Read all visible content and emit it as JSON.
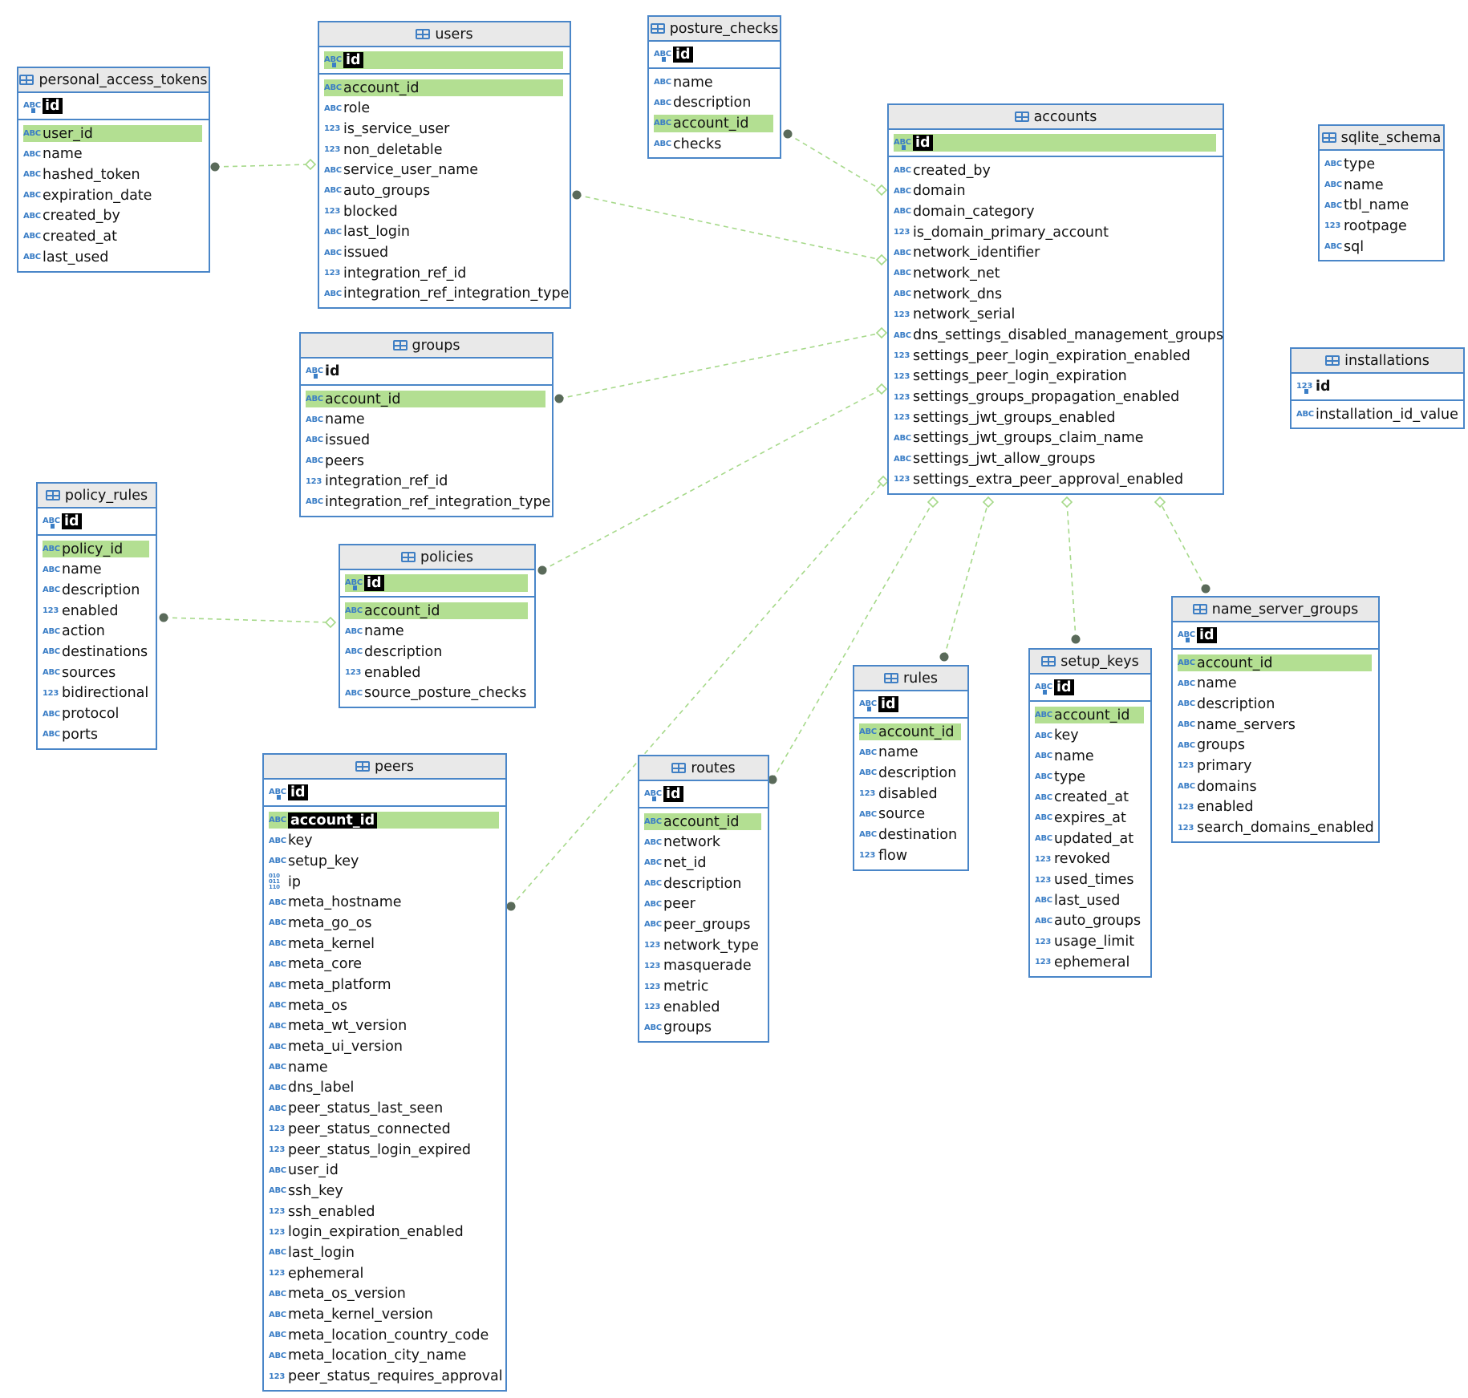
{
  "tables": [
    {
      "id": "personal_access_tokens",
      "title": "personal_access_tokens",
      "pk": [
        {
          "name": "id",
          "type": "ABC",
          "style": "inv"
        }
      ],
      "columns": [
        {
          "name": "user_id",
          "type": "ABC",
          "hl": true
        },
        {
          "name": "name",
          "type": "ABC"
        },
        {
          "name": "hashed_token",
          "type": "ABC"
        },
        {
          "name": "expiration_date",
          "type": "ABC"
        },
        {
          "name": "created_by",
          "type": "ABC"
        },
        {
          "name": "created_at",
          "type": "ABC"
        },
        {
          "name": "last_used",
          "type": "ABC"
        }
      ]
    },
    {
      "id": "users",
      "title": "users",
      "pk": [
        {
          "name": "id",
          "type": "ABC",
          "style": "inv",
          "hl": true
        }
      ],
      "columns": [
        {
          "name": "account_id",
          "type": "ABC",
          "hl": true
        },
        {
          "name": "role",
          "type": "ABC"
        },
        {
          "name": "is_service_user",
          "type": "123"
        },
        {
          "name": "non_deletable",
          "type": "123"
        },
        {
          "name": "service_user_name",
          "type": "ABC"
        },
        {
          "name": "auto_groups",
          "type": "ABC"
        },
        {
          "name": "blocked",
          "type": "123"
        },
        {
          "name": "last_login",
          "type": "ABC"
        },
        {
          "name": "issued",
          "type": "ABC"
        },
        {
          "name": "integration_ref_id",
          "type": "123"
        },
        {
          "name": "integration_ref_integration_type",
          "type": "ABC"
        }
      ]
    },
    {
      "id": "posture_checks",
      "title": "posture_checks",
      "pk": [
        {
          "name": "id",
          "type": "ABC",
          "style": "inv"
        }
      ],
      "columns": [
        {
          "name": "name",
          "type": "ABC"
        },
        {
          "name": "description",
          "type": "ABC"
        },
        {
          "name": "account_id",
          "type": "ABC",
          "hl": true
        },
        {
          "name": "checks",
          "type": "ABC"
        }
      ]
    },
    {
      "id": "accounts",
      "title": "accounts",
      "pk": [
        {
          "name": "id",
          "type": "ABC",
          "style": "inv",
          "hl": true
        }
      ],
      "columns": [
        {
          "name": "created_by",
          "type": "ABC"
        },
        {
          "name": "domain",
          "type": "ABC"
        },
        {
          "name": "domain_category",
          "type": "ABC"
        },
        {
          "name": "is_domain_primary_account",
          "type": "123"
        },
        {
          "name": "network_identifier",
          "type": "ABC"
        },
        {
          "name": "network_net",
          "type": "ABC"
        },
        {
          "name": "network_dns",
          "type": "ABC"
        },
        {
          "name": "network_serial",
          "type": "123"
        },
        {
          "name": "dns_settings_disabled_management_groups",
          "type": "ABC"
        },
        {
          "name": "settings_peer_login_expiration_enabled",
          "type": "123"
        },
        {
          "name": "settings_peer_login_expiration",
          "type": "123"
        },
        {
          "name": "settings_groups_propagation_enabled",
          "type": "123"
        },
        {
          "name": "settings_jwt_groups_enabled",
          "type": "123"
        },
        {
          "name": "settings_jwt_groups_claim_name",
          "type": "ABC"
        },
        {
          "name": "settings_jwt_allow_groups",
          "type": "ABC"
        },
        {
          "name": "settings_extra_peer_approval_enabled",
          "type": "123"
        }
      ]
    },
    {
      "id": "sqlite_schema",
      "title": "sqlite_schema",
      "pk": [],
      "columns": [
        {
          "name": "type",
          "type": "ABC"
        },
        {
          "name": "name",
          "type": "ABC"
        },
        {
          "name": "tbl_name",
          "type": "ABC"
        },
        {
          "name": "rootpage",
          "type": "123"
        },
        {
          "name": "sql",
          "type": "ABC"
        }
      ]
    },
    {
      "id": "installations",
      "title": "installations",
      "pk": [
        {
          "name": "id",
          "type": "123",
          "style": "bold"
        }
      ],
      "columns": [
        {
          "name": "installation_id_value",
          "type": "ABC"
        }
      ]
    },
    {
      "id": "groups",
      "title": "groups",
      "pk": [
        {
          "name": "id",
          "type": "ABC",
          "style": "bold"
        }
      ],
      "columns": [
        {
          "name": "account_id",
          "type": "ABC",
          "hl": true
        },
        {
          "name": "name",
          "type": "ABC"
        },
        {
          "name": "issued",
          "type": "ABC"
        },
        {
          "name": "peers",
          "type": "ABC"
        },
        {
          "name": "integration_ref_id",
          "type": "123"
        },
        {
          "name": "integration_ref_integration_type",
          "type": "ABC"
        }
      ]
    },
    {
      "id": "policy_rules",
      "title": "policy_rules",
      "pk": [
        {
          "name": "id",
          "type": "ABC",
          "style": "inv"
        }
      ],
      "columns": [
        {
          "name": "policy_id",
          "type": "ABC",
          "hl": true
        },
        {
          "name": "name",
          "type": "ABC"
        },
        {
          "name": "description",
          "type": "ABC"
        },
        {
          "name": "enabled",
          "type": "123"
        },
        {
          "name": "action",
          "type": "ABC"
        },
        {
          "name": "destinations",
          "type": "ABC"
        },
        {
          "name": "sources",
          "type": "ABC"
        },
        {
          "name": "bidirectional",
          "type": "123"
        },
        {
          "name": "protocol",
          "type": "ABC"
        },
        {
          "name": "ports",
          "type": "ABC"
        }
      ]
    },
    {
      "id": "policies",
      "title": "policies",
      "pk": [
        {
          "name": "id",
          "type": "ABC",
          "style": "inv",
          "hl": true
        }
      ],
      "columns": [
        {
          "name": "account_id",
          "type": "ABC",
          "hl": true
        },
        {
          "name": "name",
          "type": "ABC"
        },
        {
          "name": "description",
          "type": "ABC"
        },
        {
          "name": "enabled",
          "type": "123"
        },
        {
          "name": "source_posture_checks",
          "type": "ABC"
        }
      ]
    },
    {
      "id": "peers",
      "title": "peers",
      "pk": [
        {
          "name": "id",
          "type": "ABC",
          "style": "inv"
        }
      ],
      "columns": [
        {
          "name": "account_id",
          "type": "ABC",
          "hl": true,
          "style": "inv"
        },
        {
          "name": "key",
          "type": "ABC"
        },
        {
          "name": "setup_key",
          "type": "ABC"
        },
        {
          "name": "ip",
          "type": "010"
        },
        {
          "name": "meta_hostname",
          "type": "ABC"
        },
        {
          "name": "meta_go_os",
          "type": "ABC"
        },
        {
          "name": "meta_kernel",
          "type": "ABC"
        },
        {
          "name": "meta_core",
          "type": "ABC"
        },
        {
          "name": "meta_platform",
          "type": "ABC"
        },
        {
          "name": "meta_os",
          "type": "ABC"
        },
        {
          "name": "meta_wt_version",
          "type": "ABC"
        },
        {
          "name": "meta_ui_version",
          "type": "ABC"
        },
        {
          "name": "name",
          "type": "ABC"
        },
        {
          "name": "dns_label",
          "type": "ABC"
        },
        {
          "name": "peer_status_last_seen",
          "type": "ABC"
        },
        {
          "name": "peer_status_connected",
          "type": "123"
        },
        {
          "name": "peer_status_login_expired",
          "type": "123"
        },
        {
          "name": "user_id",
          "type": "ABC"
        },
        {
          "name": "ssh_key",
          "type": "ABC"
        },
        {
          "name": "ssh_enabled",
          "type": "123"
        },
        {
          "name": "login_expiration_enabled",
          "type": "123"
        },
        {
          "name": "last_login",
          "type": "ABC"
        },
        {
          "name": "ephemeral",
          "type": "123"
        },
        {
          "name": "meta_os_version",
          "type": "ABC"
        },
        {
          "name": "meta_kernel_version",
          "type": "ABC"
        },
        {
          "name": "meta_location_country_code",
          "type": "ABC"
        },
        {
          "name": "meta_location_city_name",
          "type": "ABC"
        },
        {
          "name": "peer_status_requires_approval",
          "type": "123"
        }
      ]
    },
    {
      "id": "routes",
      "title": "routes",
      "pk": [
        {
          "name": "id",
          "type": "ABC",
          "style": "inv"
        }
      ],
      "columns": [
        {
          "name": "account_id",
          "type": "ABC",
          "hl": true
        },
        {
          "name": "network",
          "type": "ABC"
        },
        {
          "name": "net_id",
          "type": "ABC"
        },
        {
          "name": "description",
          "type": "ABC"
        },
        {
          "name": "peer",
          "type": "ABC"
        },
        {
          "name": "peer_groups",
          "type": "ABC"
        },
        {
          "name": "network_type",
          "type": "123"
        },
        {
          "name": "masquerade",
          "type": "123"
        },
        {
          "name": "metric",
          "type": "123"
        },
        {
          "name": "enabled",
          "type": "123"
        },
        {
          "name": "groups",
          "type": "ABC"
        }
      ]
    },
    {
      "id": "rules",
      "title": "rules",
      "pk": [
        {
          "name": "id",
          "type": "ABC",
          "style": "inv"
        }
      ],
      "columns": [
        {
          "name": "account_id",
          "type": "ABC",
          "hl": true
        },
        {
          "name": "name",
          "type": "ABC"
        },
        {
          "name": "description",
          "type": "ABC"
        },
        {
          "name": "disabled",
          "type": "123"
        },
        {
          "name": "source",
          "type": "ABC"
        },
        {
          "name": "destination",
          "type": "ABC"
        },
        {
          "name": "flow",
          "type": "123"
        }
      ]
    },
    {
      "id": "setup_keys",
      "title": "setup_keys",
      "pk": [
        {
          "name": "id",
          "type": "ABC",
          "style": "inv"
        }
      ],
      "columns": [
        {
          "name": "account_id",
          "type": "ABC",
          "hl": true
        },
        {
          "name": "key",
          "type": "ABC"
        },
        {
          "name": "name",
          "type": "ABC"
        },
        {
          "name": "type",
          "type": "ABC"
        },
        {
          "name": "created_at",
          "type": "ABC"
        },
        {
          "name": "expires_at",
          "type": "ABC"
        },
        {
          "name": "updated_at",
          "type": "ABC"
        },
        {
          "name": "revoked",
          "type": "123"
        },
        {
          "name": "used_times",
          "type": "123"
        },
        {
          "name": "last_used",
          "type": "ABC"
        },
        {
          "name": "auto_groups",
          "type": "ABC"
        },
        {
          "name": "usage_limit",
          "type": "123"
        },
        {
          "name": "ephemeral",
          "type": "123"
        }
      ]
    },
    {
      "id": "name_server_groups",
      "title": "name_server_groups",
      "pk": [
        {
          "name": "id",
          "type": "ABC",
          "style": "inv"
        }
      ],
      "columns": [
        {
          "name": "account_id",
          "type": "ABC",
          "hl": true
        },
        {
          "name": "name",
          "type": "ABC"
        },
        {
          "name": "description",
          "type": "ABC"
        },
        {
          "name": "name_servers",
          "type": "ABC"
        },
        {
          "name": "groups",
          "type": "ABC"
        },
        {
          "name": "primary",
          "type": "123"
        },
        {
          "name": "domains",
          "type": "ABC"
        },
        {
          "name": "enabled",
          "type": "123"
        },
        {
          "name": "search_domains_enabled",
          "type": "123"
        }
      ]
    }
  ],
  "relations": [
    {
      "from": "personal_access_tokens",
      "to": "users"
    },
    {
      "from": "users",
      "to": "accounts"
    },
    {
      "from": "posture_checks",
      "to": "accounts"
    },
    {
      "from": "groups",
      "to": "accounts"
    },
    {
      "from": "policy_rules",
      "to": "policies"
    },
    {
      "from": "policies",
      "to": "accounts"
    },
    {
      "from": "peers",
      "to": "accounts"
    },
    {
      "from": "routes",
      "to": "accounts"
    },
    {
      "from": "rules",
      "to": "accounts"
    },
    {
      "from": "setup_keys",
      "to": "accounts"
    },
    {
      "from": "name_server_groups",
      "to": "accounts"
    }
  ],
  "colors": {
    "border": "#4a86c8",
    "header_bg": "#e9e9e9",
    "highlight": "#b3df92",
    "type_label": "#3b7ec6",
    "relation_line": "#a6d98a",
    "relation_dot": "#5a6a5a"
  }
}
